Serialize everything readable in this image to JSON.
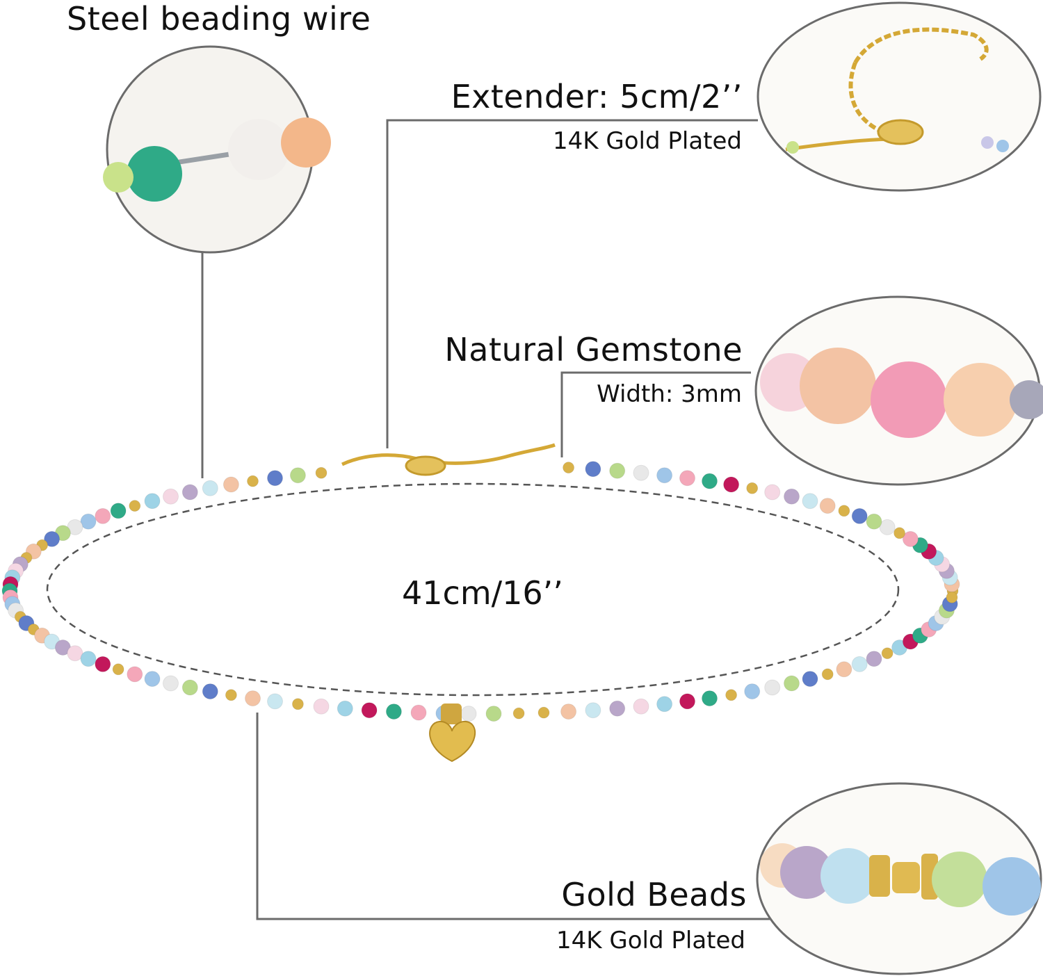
{
  "callouts": {
    "steel_wire": {
      "title": "Steel beading wire"
    },
    "extender": {
      "title": "Extender: 5cm/2’’",
      "subtitle": "14K Gold Plated"
    },
    "gemstone": {
      "title": "Natural Gemstone",
      "subtitle": "Width: 3mm"
    },
    "gold_beads": {
      "title": "Gold Beads",
      "subtitle": "14K Gold Plated"
    }
  },
  "necklace": {
    "length": "41cm/16’’"
  },
  "colors": {
    "line": "#6b6b6b",
    "gold": "#d9b24a",
    "bead_palette": [
      "#f7c9c9",
      "#f3c3a4",
      "#c9e7f0",
      "#b9a6c9",
      "#f5d7e3",
      "#9ed3e6",
      "#c2185b",
      "#2faa87",
      "#f4a7b9",
      "#9fc5e8",
      "#e8e8e8",
      "#b8d98a",
      "#5f7dc9"
    ]
  }
}
